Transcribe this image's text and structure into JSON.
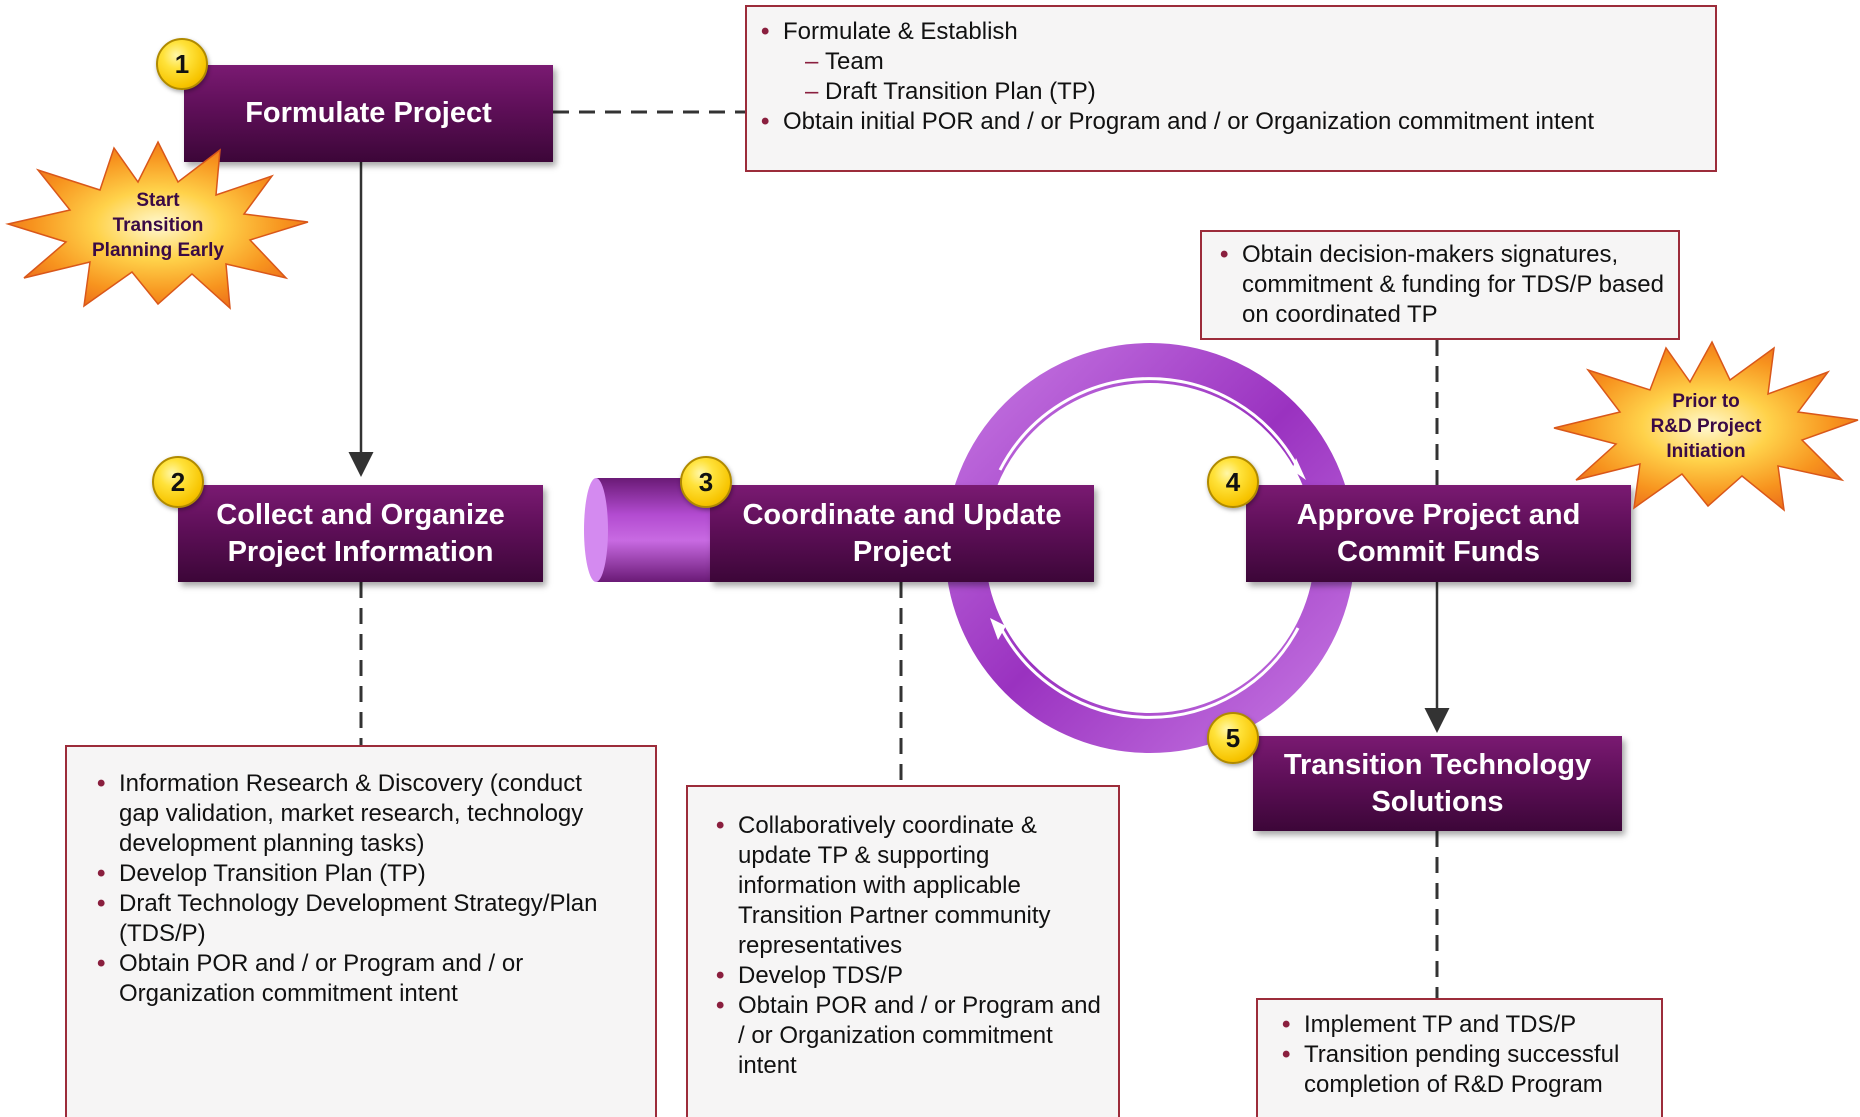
{
  "steps": [
    {
      "number": "1",
      "line1": "Formulate Project",
      "line2": ""
    },
    {
      "number": "2",
      "line1": "Collect and Organize",
      "line2": "Project Information"
    },
    {
      "number": "3",
      "line1": "Coordinate and Update",
      "line2": "Project"
    },
    {
      "number": "4",
      "line1": "Approve Project and",
      "line2": "Commit Funds"
    },
    {
      "number": "5",
      "line1": "Transition Technology",
      "line2": "Solutions"
    }
  ],
  "bursts": {
    "start": {
      "line1": "Start",
      "line2": "Transition",
      "line3": "Planning Early"
    },
    "prior": {
      "line1": "Prior to",
      "line2": "R&D Project",
      "line3": "Initiation"
    }
  },
  "notes": {
    "formulate": {
      "bullet1": "Formulate & Establish",
      "sub1": "Team",
      "sub2": "Draft Transition Plan (TP)",
      "bullet2": "Obtain initial POR and / or Program and / or Organization commitment intent"
    },
    "approve": {
      "bullet1": "Obtain decision-makers signatures, commitment & funding for TDS/P based on coordinated TP"
    },
    "collect": {
      "bullets": [
        "Information Research & Discovery (conduct gap validation, market research, technology development planning tasks)",
        "Develop Transition Plan (TP)",
        "Draft Technology Development Strategy/Plan (TDS/P)",
        "Obtain POR and / or Program and / or Organization commitment intent"
      ]
    },
    "coordinate": {
      "bullets": [
        "Collaboratively coordinate & update TP & supporting information with applicable Transition Partner community representatives",
        "Develop TDS/P",
        "Obtain POR and / or Program and / or Organization commitment intent"
      ]
    },
    "transition": {
      "bullets": [
        "Implement TP and TDS/P",
        "Transition pending successful completion of R&D Program"
      ]
    }
  },
  "colors": {
    "step_fill": "#5e0f58",
    "note_border": "#9c2c3a",
    "number_badge": "#f7c400",
    "burst_fill": "#f47b16",
    "cycle_ring": "#a842c8"
  }
}
